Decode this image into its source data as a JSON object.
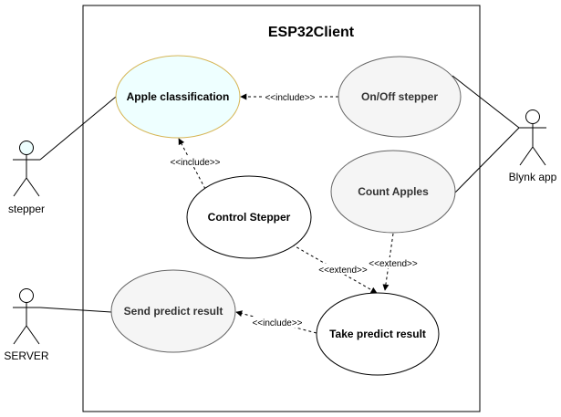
{
  "system": {
    "title": "ESP32Client"
  },
  "use_cases": {
    "apple_classification": {
      "label": "Apple classification",
      "fill": "#eeffff",
      "stroke": "#d6b656"
    },
    "onoff_stepper": {
      "label": "On/Off stepper",
      "fill": "#f5f5f5"
    },
    "count_apples": {
      "label": "Count Apples",
      "fill": "#f5f5f5"
    },
    "control_stepper": {
      "label": "Control Stepper",
      "fill": "#ffffff"
    },
    "send_predict_result": {
      "label": "Send predict result",
      "fill": "#f5f5f5"
    },
    "take_predict_result": {
      "label": "Take predict result",
      "fill": "#ffffff"
    }
  },
  "actors": {
    "stepper": {
      "label": "stepper",
      "head_fill": "#eeffff"
    },
    "blynk": {
      "label": "Blynk app"
    },
    "server": {
      "label": "SERVER"
    }
  },
  "relations": {
    "onoff_include": "<<include>>",
    "control_include": "<<include>>",
    "control_extend": "<<extend>>",
    "count_extend": "<<extend>>",
    "take_include": "<<include>>"
  }
}
